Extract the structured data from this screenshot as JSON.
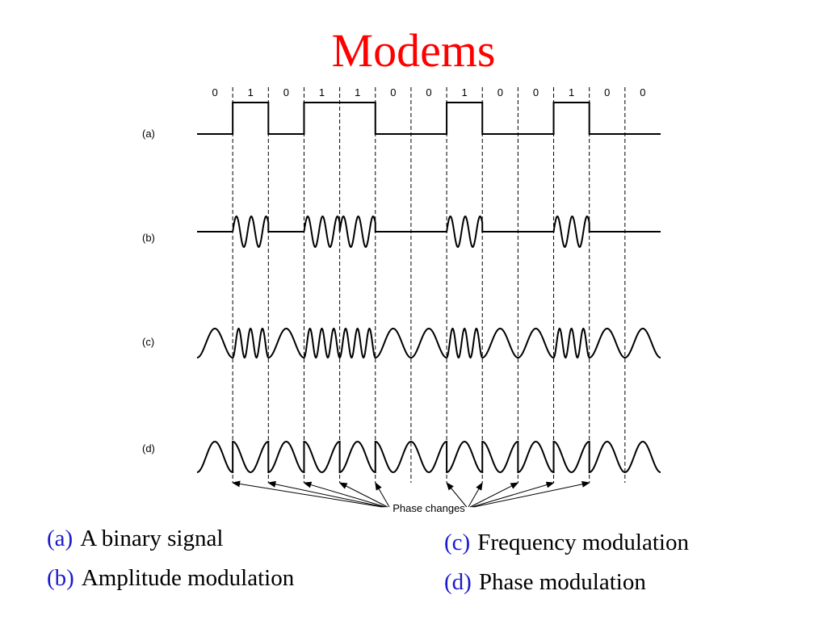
{
  "title": "Modems",
  "colors": {
    "title": "#ff0000",
    "caption_key": "#1a1acc",
    "caption_text": "#000000",
    "ink": "#000000",
    "background": "#ffffff"
  },
  "bits": [
    "0",
    "1",
    "0",
    "1",
    "1",
    "0",
    "0",
    "1",
    "0",
    "0",
    "1",
    "0",
    "0"
  ],
  "row_labels": [
    "(a)",
    "(b)",
    "(c)",
    "(d)"
  ],
  "phase_label": "Phase changes",
  "phase_change_after_bit": [
    0,
    1,
    2,
    3,
    4,
    6,
    7,
    8,
    9,
    10
  ],
  "captions": {
    "left": [
      {
        "key": "(a)",
        "text": "A binary signal"
      },
      {
        "key": "(b)",
        "text": "Amplitude modulation"
      }
    ],
    "right": [
      {
        "key": "(c)",
        "text": "Frequency modulation"
      },
      {
        "key": "(d)",
        "text": "Phase modulation"
      }
    ]
  }
}
